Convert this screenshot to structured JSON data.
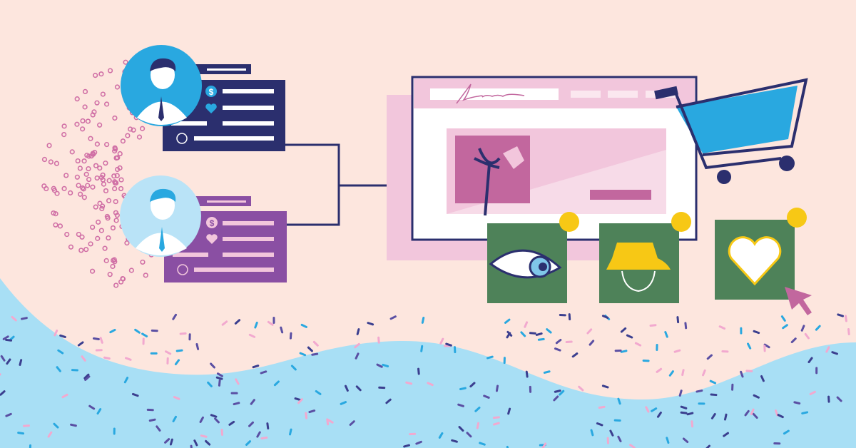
{
  "logo": {
    "text": "lenrat"
  },
  "colors": {
    "background": "#fde6de",
    "wave": "#a8dff5",
    "navy": "#2b2f6e",
    "purple": "#8a4fa3",
    "pink": "#f2c6dc",
    "magenta": "#c2679e",
    "blue": "#29a8e0",
    "light_blue": "#b9e3f7",
    "green": "#4e8259",
    "yellow": "#f7c815"
  },
  "profiles": [
    {
      "id": "user-1",
      "card_color": "#2b2f6e",
      "avatar_color": "#29a8e0",
      "icons": [
        "dollar-icon",
        "heart-icon",
        "globe-icon"
      ]
    },
    {
      "id": "user-2",
      "card_color": "#8a4fa3",
      "avatar_color": "#b9e3f7",
      "icons": [
        "dollar-icon",
        "heart-icon",
        "globe-icon"
      ]
    }
  ],
  "product_tiles": [
    {
      "icon": "eye-icon"
    },
    {
      "icon": "bucket-hat-icon"
    },
    {
      "icon": "heart-icon"
    }
  ]
}
